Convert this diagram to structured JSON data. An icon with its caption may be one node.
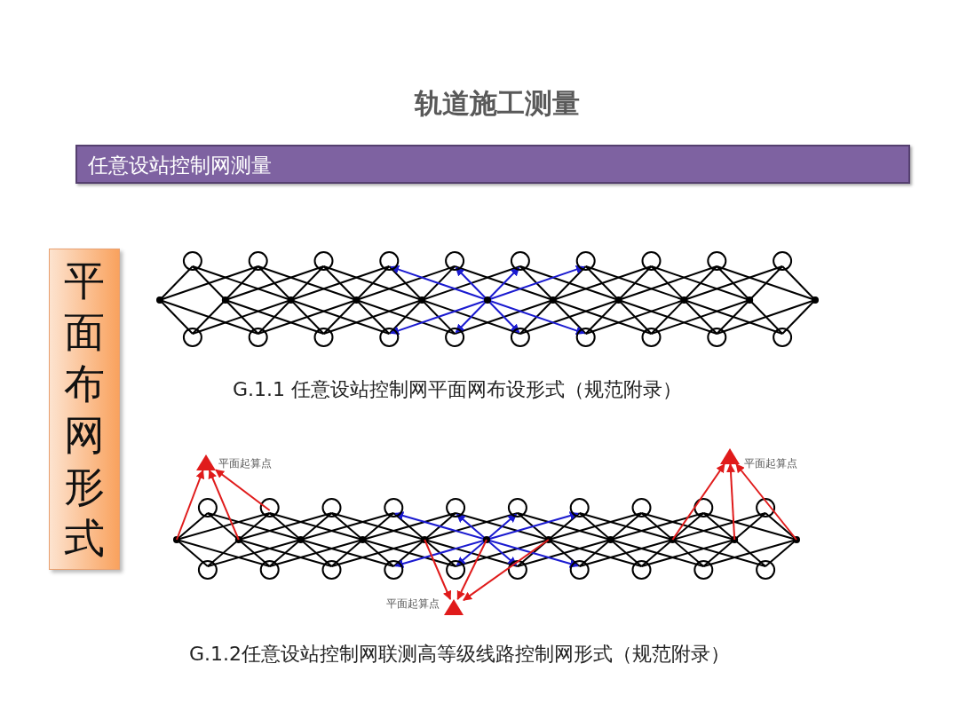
{
  "diagram": {
    "title": "轨道施工测量",
    "nodes": [
      {
        "text": [
          "任意设站控制网测量"
        ]
      },
      {
        "text": [
          "平面布网形式"
        ]
      },
      {
        "text": [],
        "shape": "triangle",
        "beside": [
          "平面起算点"
        ]
      },
      {
        "text": [],
        "shape": "triangle",
        "beside": [
          "平面起算点"
        ]
      },
      {
        "text": [],
        "shape": "triangle",
        "beside": [
          "平面起算点"
        ]
      }
    ],
    "edges": [
      {
        "from": null,
        "to": 2,
        "arrow": "to"
      },
      {
        "from": null,
        "to": 2,
        "arrow": "to"
      },
      {
        "from": null,
        "to": 2,
        "arrow": "to"
      },
      {
        "from": null,
        "to": 4,
        "arrow": "to"
      },
      {
        "from": null,
        "to": 4,
        "arrow": "to"
      },
      {
        "from": null,
        "to": 4,
        "arrow": "to"
      },
      {
        "from": null,
        "to": 3,
        "arrow": "to"
      },
      {
        "from": null,
        "to": 3,
        "arrow": "to"
      },
      {
        "from": null,
        "to": 3,
        "arrow": "to"
      }
    ],
    "labels": [
      "G.1.1 任意设站控制网平面网布设形式（规范附录）",
      "G.1.2任意设站控制网联测高等级线路控制网形式（规范附录）"
    ]
  }
}
